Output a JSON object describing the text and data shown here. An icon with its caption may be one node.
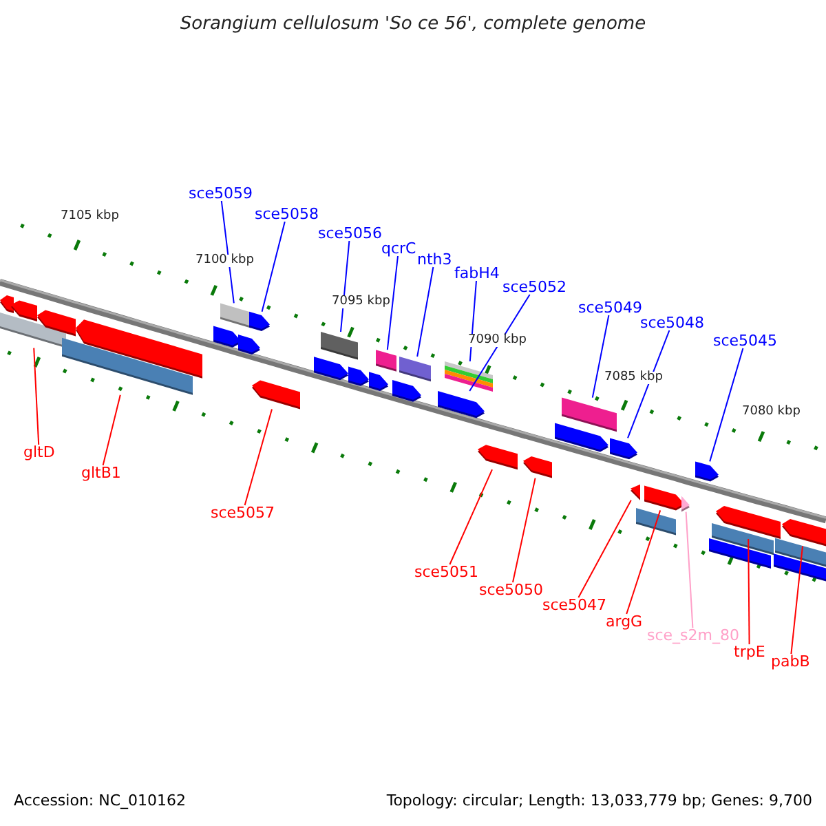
{
  "diagram": {
    "title": "Sorangium cellulosum 'So ce 56', complete genome",
    "nodes": [
      {
        "text": [
          "sce5059"
        ]
      },
      {
        "text": [
          "sce5058"
        ]
      },
      {
        "text": [
          "sce5056"
        ]
      },
      {
        "text": [
          "qcrC"
        ]
      },
      {
        "text": [
          "nth3"
        ]
      },
      {
        "text": [
          "fabH4"
        ]
      },
      {
        "text": [
          "sce5052"
        ]
      },
      {
        "text": [
          "sce5049"
        ]
      },
      {
        "text": [
          "sce5048"
        ]
      },
      {
        "text": [
          "sce5045"
        ]
      },
      {
        "text": [
          "gltD"
        ]
      },
      {
        "text": [
          "gltB1"
        ]
      },
      {
        "text": [
          "sce5057"
        ]
      },
      {
        "text": [
          "sce5051"
        ]
      },
      {
        "text": [
          "sce5050"
        ]
      },
      {
        "text": [
          "sce5047"
        ]
      },
      {
        "text": [
          "argG"
        ]
      },
      {
        "text": [
          "sce_s2m_80"
        ]
      },
      {
        "text": [
          "trpE"
        ]
      },
      {
        "text": [
          "pabB"
        ]
      },
      {
        "text": [],
        "shape": "box"
      },
      {
        "text": [],
        "shape": "arrow"
      },
      {
        "text": [],
        "shape": "box"
      },
      {
        "text": [],
        "shape": "box"
      },
      {
        "text": [],
        "shape": "box"
      },
      {
        "text": [],
        "shape": "box"
      },
      {
        "text": [],
        "shape": "arrow"
      },
      {
        "text": [],
        "shape": "box"
      },
      {
        "text": [],
        "shape": "arrow"
      },
      {
        "text": [],
        "shape": "arrow"
      },
      {
        "text": [],
        "shape": "box"
      },
      {
        "text": [],
        "shape": "box"
      },
      {
        "text": [],
        "shape": "arrow"
      },
      {
        "text": [],
        "shape": "arrow"
      },
      {
        "text": [],
        "shape": "arrow"
      },
      {
        "text": [],
        "shape": "triangle"
      },
      {
        "text": [],
        "shape": "arrow"
      },
      {
        "text": [],
        "shape": "triangle"
      },
      {
        "text": [],
        "shape": "arrow"
      },
      {
        "text": [],
        "shape": "arrow"
      },
      {
        "text": [],
        "shape": "arrow"
      },
      {
        "text": [],
        "shape": "arrow"
      },
      {
        "text": [],
        "shape": "arrow"
      },
      {
        "text": [],
        "shape": "arrow"
      },
      {
        "text": [],
        "shape": "arrow"
      },
      {
        "text": [],
        "shape": "arrow"
      },
      {
        "text": [],
        "shape": "arrow"
      },
      {
        "text": [],
        "shape": "arrow"
      },
      {
        "text": [],
        "shape": "arrow"
      },
      {
        "text": [],
        "shape": "arrow"
      },
      {
        "text": [],
        "shape": "arrow"
      },
      {
        "text": [],
        "shape": "box"
      },
      {
        "text": [],
        "shape": "box"
      },
      {
        "text": [],
        "shape": "box"
      },
      {
        "text": [],
        "shape": "box"
      },
      {
        "text": [],
        "shape": "box"
      }
    ],
    "edges": [
      {
        "from": 0,
        "to": 20,
        "arrow": "none"
      },
      {
        "from": 1,
        "to": 21,
        "arrow": "none"
      },
      {
        "from": 2,
        "to": 22,
        "arrow": "none"
      },
      {
        "from": 3,
        "to": 23,
        "arrow": "none"
      },
      {
        "from": 4,
        "to": 24,
        "arrow": "none"
      },
      {
        "from": 5,
        "to": 25,
        "arrow": "none"
      },
      {
        "from": 6,
        "to": 26,
        "arrow": "none"
      },
      {
        "from": 7,
        "to": 27,
        "arrow": "none"
      },
      {
        "from": 8,
        "to": 28,
        "arrow": "none"
      },
      {
        "from": 9,
        "to": 29,
        "arrow": "none"
      },
      {
        "from": 10,
        "to": 30,
        "arrow": "none",
        "color": "#ff0000"
      },
      {
        "from": 11,
        "to": 31,
        "arrow": "none",
        "color": "#ff0000"
      },
      {
        "from": 12,
        "to": 32,
        "arrow": "none",
        "color": "#ff0000"
      },
      {
        "from": 13,
        "to": 33,
        "arrow": "none",
        "color": "#ff0000"
      },
      {
        "from": 14,
        "to": 34,
        "arrow": "none",
        "color": "#ff0000"
      },
      {
        "from": 15,
        "to": 35,
        "arrow": "none",
        "color": "#ff0000"
      },
      {
        "from": 16,
        "to": 36,
        "arrow": "none",
        "color": "#ff0000"
      },
      {
        "from": 17,
        "to": 37,
        "arrow": "none",
        "color": "#ffa0c8"
      },
      {
        "from": 18,
        "to": 38,
        "arrow": "none",
        "color": "#ff0000"
      },
      {
        "from": 19,
        "to": 39,
        "arrow": "none",
        "color": "#ff0000"
      }
    ],
    "labels": [
      "7105 kbp",
      "7100 kbp",
      "7095 kbp",
      "7090 kbp",
      "7085 kbp",
      "7080 kbp",
      "Accession: NC_010162",
      "Topology: circular; Length: 13,033,779 bp; Genes: 9,700"
    ]
  }
}
